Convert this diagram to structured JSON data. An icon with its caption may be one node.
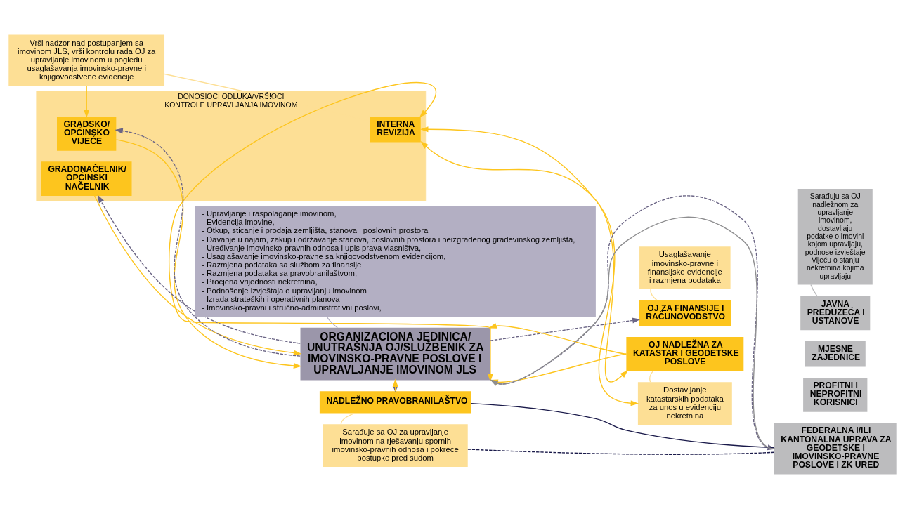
{
  "diagram": {
    "nodes": [
      {
        "text": [
          "DONOSIOCI ODLUKA/VRŠIOCI KONTROLE UPRAVLJANJA IMOVINOM"
        ]
      },
      {
        "text": [
          "GRADSKO/ OPĆINSKO VIJEĆE"
        ],
        "in": 0
      },
      {
        "text": [
          "GRADONAČELNIK/ OPĆINSKI NAČELNIK"
        ],
        "in": 0
      },
      {
        "text": [
          "INTERNA REVIZIJA"
        ],
        "in": 0
      },
      {
        "text": [
          "ORGANIZACIONA JEDINICA/ UNUTRAŠNJA OJ/SLUŽBENIK ZA IMOVINSKO-PRAVNE POSLOVE I UPRAVLJANJE IMOVINOM JLS"
        ]
      },
      {
        "text": [
          "- Upravljanje i raspolaganje imovinom,",
          "- Evidencija imovine,",
          "- Otkup, sticanje i prodaja zemljišta, stanova i poslovnih prostora",
          "- Davanje u najam, zakup i održavanje stanova, poslovnih prostora i neizgrađenog građevinskog zemljišta,",
          "- Uređivanje imovinsko-pravnih odnosa i upis prava vlasništva,",
          "- Usaglašavanje imovinsko-pravne sa knjigovodstvenom evidencijom,",
          "- Razmjena podataka sa službom za finansije",
          "- Razmjena podataka sa pravobranilaštvom,",
          "- Procjena vrijednosti nekretnina,",
          "- Podnošenje izvještaja o upravljanju imovinom",
          "- Izrada strateških i operativnih planova",
          "- Imovinsko-pravni i stručno-administrativni poslovi,"
        ]
      },
      {
        "text": [
          "OJ ZA FINANSIJE I RAČUNOVODSTVO"
        ]
      },
      {
        "text": [
          "Usaglašavanje imovinsko-pravne i finansijske evidencije i razmjena podataka"
        ]
      },
      {
        "text": [
          "OJ NADLEŽNA ZA KATASTAR I GEODETSKE POSLOVE"
        ]
      },
      {
        "text": [
          "Dostavljanje katastarskih podataka za unos u evidenciju nekretnina"
        ]
      },
      {
        "text": [
          "NADLEŽNO PRAVOBRANILAŠTVO"
        ]
      },
      {
        "text": [
          "Sarađuje sa OJ za upravljanje imovinom na rješavanju spornih imovinsko-pravnih odnosa i pokreće postupke pred sudom"
        ]
      },
      {
        "text": [
          "Vrši nadzor nad postupanjem sa imovinom JLS, vrši kontrolu rada OJ za upravljanje imovinom u pogledu usaglašavanja imovinsko-pravne i knjigovodstvene evidencije"
        ]
      },
      {
        "text": [
          "Sarađuju sa OJ nadležnom za upravljanje imovinom, dostavljaju podatke o imovini kojom upravljaju, podnose izvještaje Vijeću o stanju nekretnina kojima upravljaju"
        ]
      },
      {
        "text": [
          "JAVNA PREDUZEĆA I USTANOVE"
        ]
      },
      {
        "text": [
          "MJESNE ZAJEDNICE"
        ]
      },
      {
        "text": [
          "PROFITNI I NEPROFITNI KORISNICI"
        ]
      },
      {
        "text": [
          "FEDERALNA I/ILI KANTONALNA UPRAVA ZA GEODETSKE I IMOVINSKO-PRAVNE POSLOVE I ZK URED"
        ]
      }
    ],
    "edges": [
      {
        "from": 1,
        "to": 4,
        "arrow": "to"
      },
      {
        "from": 4,
        "to": 1,
        "arrow": "to",
        "style": "dashed",
        "color": "#6b6585"
      },
      {
        "from": 2,
        "to": 4,
        "arrow": "to"
      },
      {
        "from": 4,
        "to": 2,
        "arrow": "to",
        "style": "dashed",
        "color": "#6b6585"
      },
      {
        "from": 3,
        "to": 4,
        "arrow": "both"
      },
      {
        "from": 3,
        "to": 8,
        "arrow": "both"
      },
      {
        "from": 3,
        "to": 9,
        "arrow": "both"
      },
      {
        "from": 8,
        "to": 4,
        "arrow": "to"
      },
      {
        "from": 8,
        "to": 4,
        "arrow": "to"
      },
      {
        "from": 4,
        "to": 6,
        "arrow": "to",
        "style": "dashed",
        "color": "#6b6585"
      },
      {
        "from": 4,
        "to": 10,
        "arrow": "to",
        "style": "dashed",
        "color": "#6b6585"
      },
      {
        "from": 10,
        "to": 4,
        "arrow": "to"
      },
      {
        "from": 17,
        "to": 4,
        "arrow": "to",
        "color": "#8e8e90"
      },
      {
        "from": 4,
        "to": 17,
        "arrow": "to",
        "style": "dashed",
        "color": "#6b6585"
      },
      {
        "from": 10,
        "to": 17,
        "arrow": "none",
        "color": "#1a1a4a"
      },
      {
        "from": 11,
        "to": 17,
        "arrow": "none",
        "style": "dashed",
        "color": "#1a1a4a"
      },
      {
        "from": 12,
        "to": 1,
        "arrow": "to"
      },
      {
        "from": 5,
        "to": 4,
        "arrow": "none",
        "color": "#b3afc3"
      },
      {
        "from": 7,
        "to": 6,
        "arrow": "none",
        "color": "#fddf95"
      },
      {
        "from": 9,
        "to": 8,
        "arrow": "none",
        "color": "#fddf95"
      },
      {
        "from": 11,
        "to": 10,
        "arrow": "none",
        "color": "#fddf95"
      },
      {
        "from": 12,
        "to": 3,
        "arrow": "none",
        "color": "#fddf95"
      },
      {
        "from": 13,
        "to": 14,
        "arrow": "none",
        "color": "#bcbcbe"
      }
    ]
  }
}
